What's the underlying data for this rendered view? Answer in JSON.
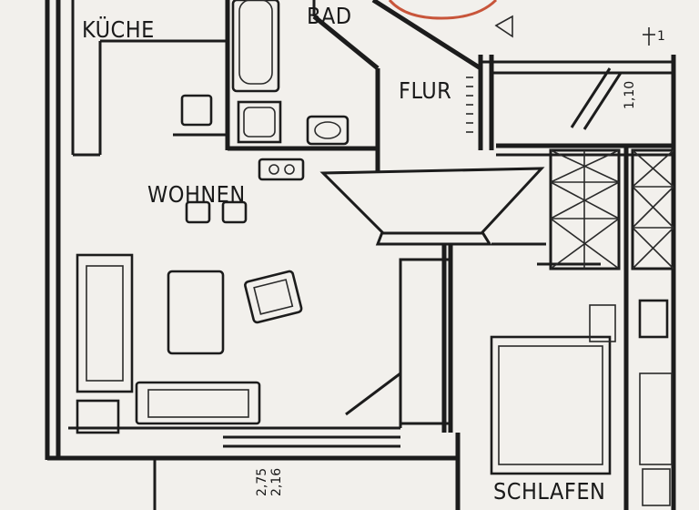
{
  "rooms": {
    "kueche": "KÜCHE",
    "bad": "BAD",
    "flur": "FLUR",
    "wohnen": "WOHNEN",
    "schlafen": "SCHLAFEN"
  },
  "dimensions": {
    "flur_width": "1,10",
    "window_height_a": "2,75",
    "window_height_b": "2,16"
  },
  "marks": {
    "top_right": "1"
  },
  "colors": {
    "paper": "#f2f0ec",
    "ink": "#1c1c1c",
    "annotation_circle": "#c8553a"
  }
}
